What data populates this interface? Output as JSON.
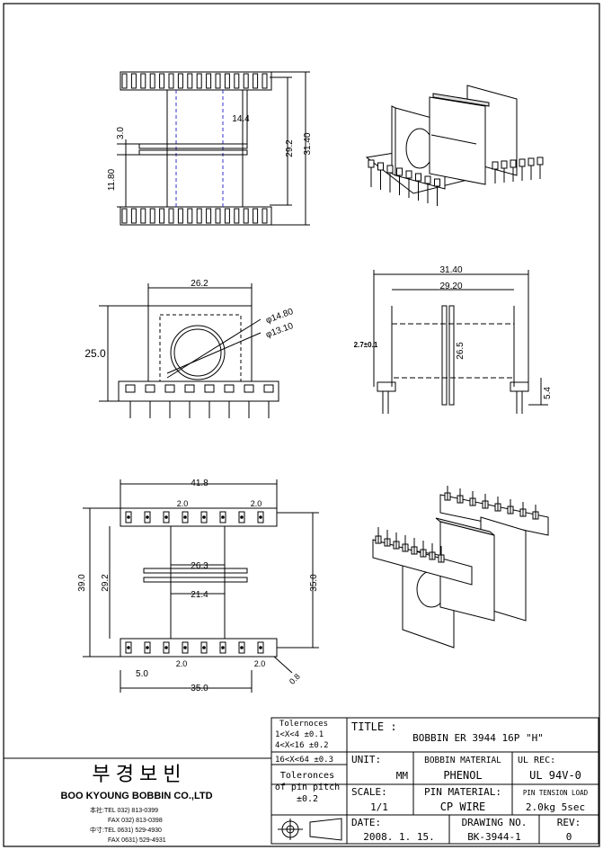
{
  "drawing": {
    "top_view_dims": {
      "d1": "14.4",
      "d2": "29.2",
      "d3": "31.40",
      "d4": "3.0",
      "d5": "11.80"
    },
    "front_view_dims": {
      "width": "26.2",
      "height": "25.0",
      "dia_outer": "φ14.80",
      "dia_inner": "φ13.10"
    },
    "side_view_dims": {
      "outer": "31.40",
      "inner": "29.20",
      "height": "26.5",
      "pin_offset": "2.7±0.1",
      "base": "5.4"
    },
    "bottom_view_dims": {
      "overall": "41.8",
      "pitch_top_left": "2.0",
      "pitch_top_right": "2.0",
      "flange_outer": "26.3",
      "flange_inner": "21.4",
      "height_left": "39.0",
      "height_inner": "29.2",
      "height_right": "35.0",
      "edge": "5.0",
      "pitch_bottom_left": "2.0",
      "pitch_bottom_right": "2.0",
      "width_bottom": "35.0",
      "pin": "0.8"
    }
  },
  "title_block": {
    "tolerances_title": "Tolernoces",
    "tolerance_rows": [
      "1<X<4    ±0.1",
      "4<X<16  ±0.2",
      "16<X<64 ±0.3"
    ],
    "pitch_tolerance_lines": [
      "Toleronces",
      "of pin pitch",
      "±0.2"
    ],
    "title_label": "TITLE :",
    "title_value": "BOBBIN ER 3944 16P \"H\"",
    "unit_label": "UNIT:",
    "unit_value": "MM",
    "bobbin_material_label": "BOBBIN MATERIAL",
    "bobbin_material_value": "PHENOL",
    "ul_label": "UL REC:",
    "ul_value": "UL 94V-0",
    "scale_label": "SCALE:",
    "scale_value": "1/1",
    "pin_material_label": "PIN MATERIAL:",
    "pin_material_value": "CP WIRE",
    "pin_tension_label": "PIN TENSION LOAD",
    "pin_tension_value": "2.0kg 5sec",
    "date_label": "DATE:",
    "date_value": "2008. 1. 15.",
    "drawing_no_label": "DRAWING NO.",
    "drawing_no_value": "BK-3944-1",
    "rev_label": "REV:",
    "rev_value": "0",
    "company_korean": "부 경 보 빈",
    "company_english": "BOO KYOUNG BOBBIN CO.,LTD",
    "contact_lines": [
      "本社:TEL  032) 813-0399",
      "FAX  032) 813-0398",
      "中寸:TEL 0631) 529-4930",
      "FAX 0631) 529-4931"
    ]
  }
}
